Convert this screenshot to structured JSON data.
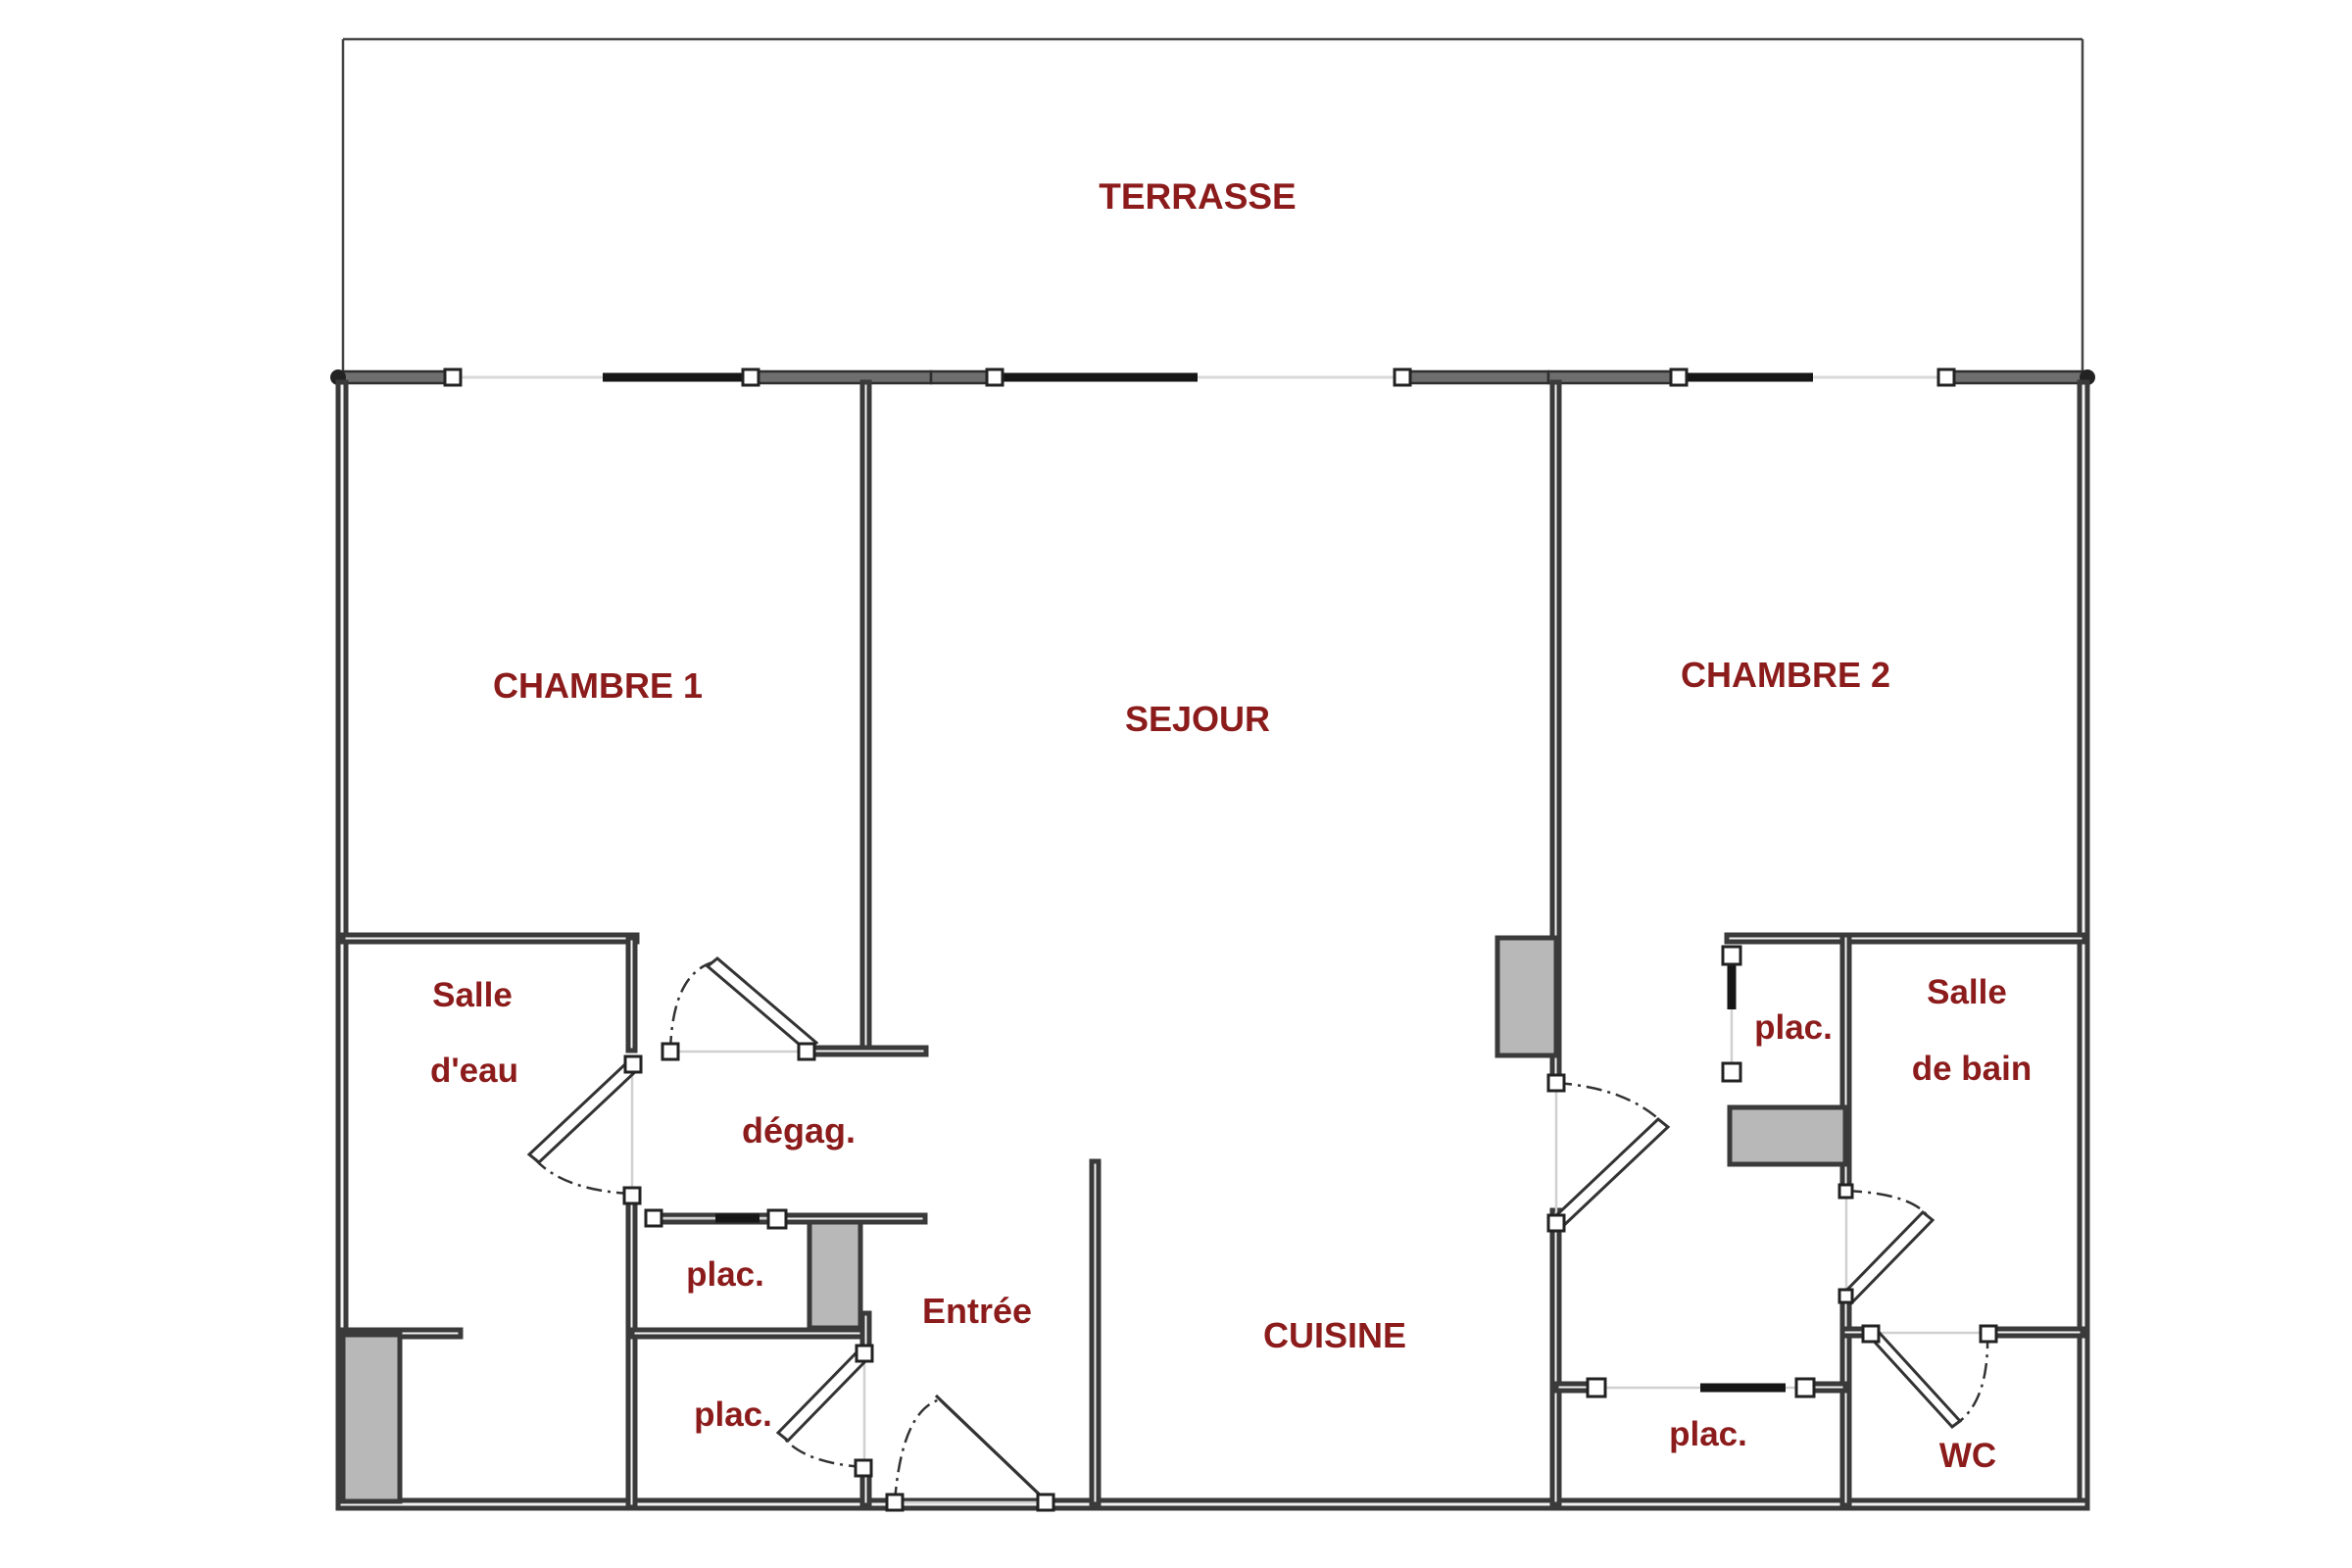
{
  "rooms": {
    "terrasse": "TERRASSE",
    "chambre1": "CHAMBRE 1",
    "sejour": "SEJOUR",
    "chambre2": "CHAMBRE 2",
    "salle_eau_l1": "Salle",
    "salle_eau_l2": "d'eau",
    "degag": "dégag.",
    "plac_a": "plac.",
    "plac_b": "plac.",
    "entree": "Entrée",
    "cuisine": "CUISINE",
    "plac_c": "plac.",
    "plac_d": "plac.",
    "salle_bain_l1": "Salle",
    "salle_bain_l2": "de bain",
    "wc": "WC"
  },
  "colors": {
    "label": "#8c1c1c",
    "wall": "#3a3a3a",
    "closet_fill": "#b8b8b8"
  }
}
